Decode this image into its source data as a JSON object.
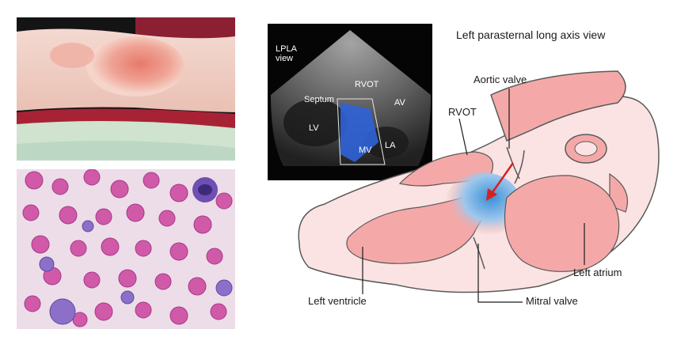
{
  "title": "Left parasternal long axis view",
  "echo": {
    "view_label": "LPLA view",
    "labels": {
      "rvot": "RVOT",
      "septum": "Septum",
      "av": "AV",
      "lv": "LV",
      "mv": "MV",
      "la": "LA"
    }
  },
  "diagram": {
    "labels": {
      "aortic_valve": "Aortic valve",
      "rvot": "RVOT",
      "left_atrium": "Left atrium",
      "left_ventricle": "Left ventricle",
      "mitral_valve": "Mitral valve"
    }
  },
  "colors": {
    "tissue_pink": "#f4a9a8",
    "wall_light": "#fbe3e3",
    "outline": "#5a5a5a",
    "jet_blue": "#3b8fd8",
    "arrow_red": "#d9201f",
    "rbc_pink": "#d15aa8"
  }
}
